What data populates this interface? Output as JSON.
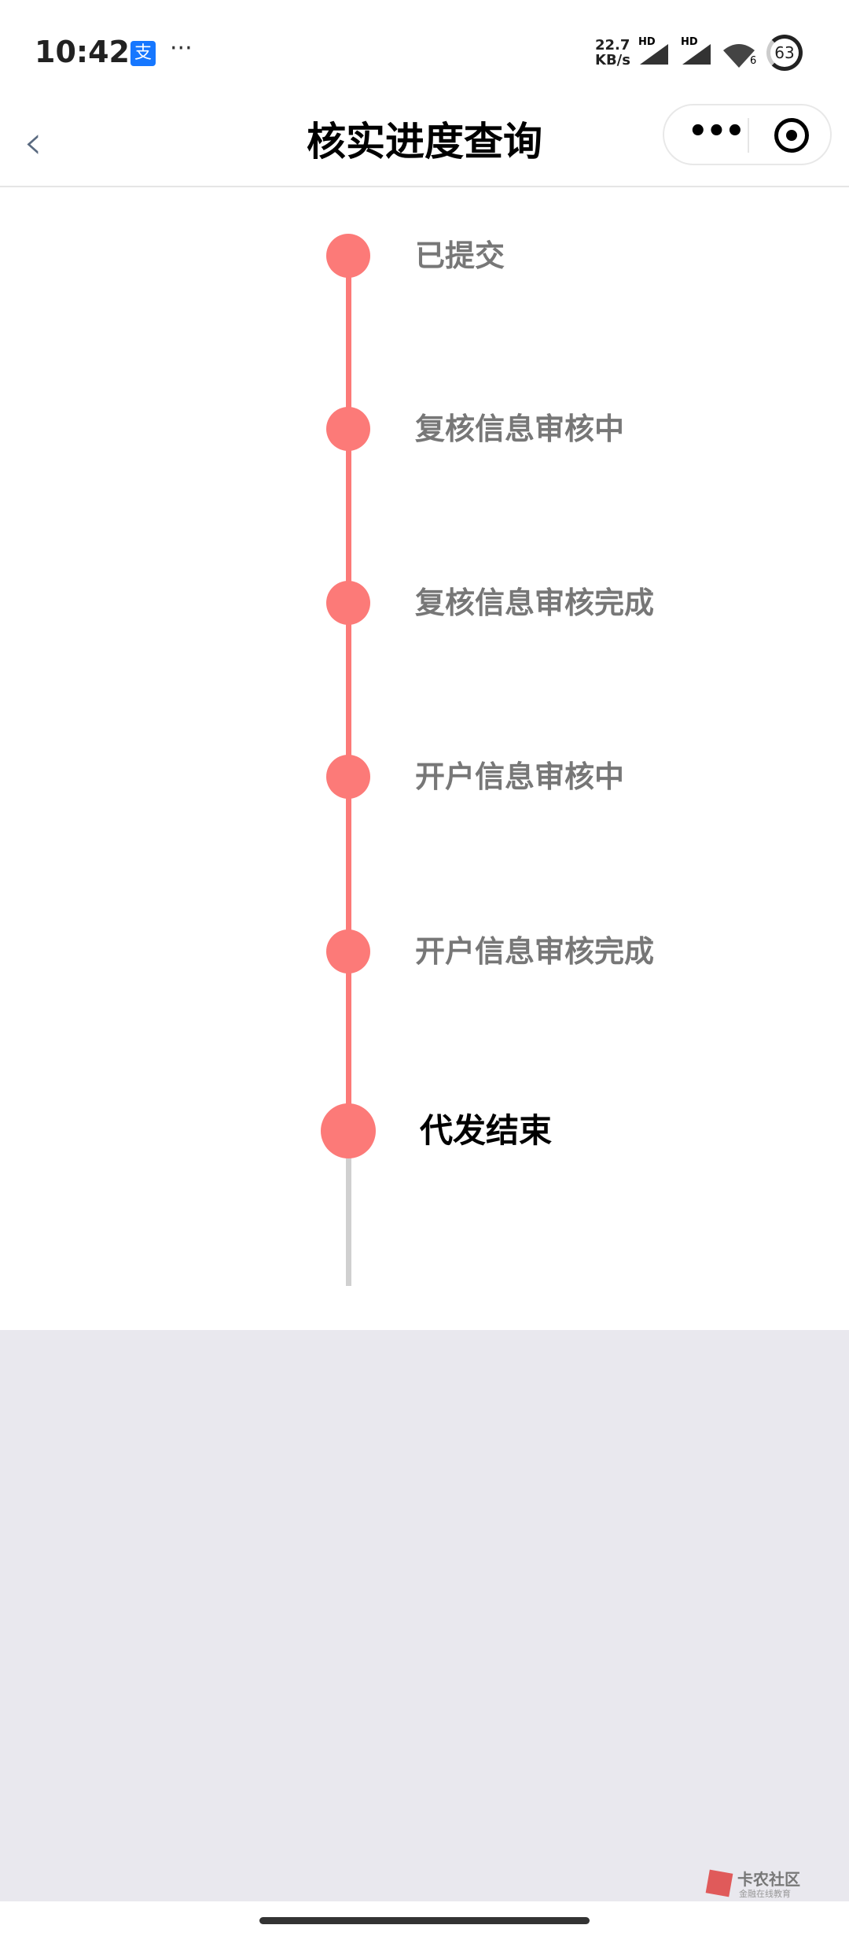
{
  "status_bar": {
    "time": "10:42",
    "more": "···",
    "speed_value": "22.7",
    "speed_unit": "KB/s",
    "net1": "HD",
    "net2": "HD",
    "wifi_badge": "6",
    "battery": "63"
  },
  "nav": {
    "title": "核实进度查询",
    "more": "•••"
  },
  "timeline": {
    "steps": [
      {
        "label": "已提交",
        "state": "done"
      },
      {
        "label": "复核信息审核中",
        "state": "done"
      },
      {
        "label": "复核信息审核完成",
        "state": "done"
      },
      {
        "label": "开户信息审核中",
        "state": "done"
      },
      {
        "label": "开户信息审核完成",
        "state": "done"
      },
      {
        "label": "代发结束",
        "state": "current"
      }
    ]
  },
  "watermark": {
    "title": "卡农社区",
    "subtitle": "金融在线教育"
  },
  "colors": {
    "accent": "#fc7a78",
    "pending_line": "#d0d0d0",
    "background": "#e9e8ee"
  }
}
